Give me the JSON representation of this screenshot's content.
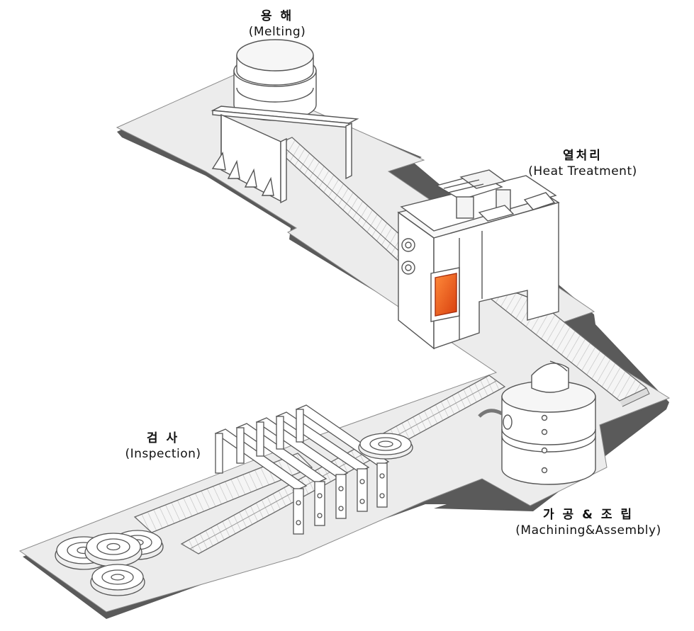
{
  "stations": [
    {
      "id": "melting",
      "korean": "용 해",
      "english": "(Melting)"
    },
    {
      "id": "heat-treatment",
      "korean": "열처리",
      "english": "(Heat Treatment)"
    },
    {
      "id": "inspection",
      "korean": "검 사",
      "english": "(Inspection)"
    },
    {
      "id": "machining-assembly",
      "korean": "가 공 & 조 립",
      "english": "(Machining&Assembly)"
    }
  ],
  "colors": {
    "floor": "#ececec",
    "floor_shadow": "#5a5a5a",
    "outline": "#555555",
    "conveyor": "#f4f4f4",
    "conveyor_line": "#b9b9b9",
    "furnace_glow": "#e8521a",
    "machine": "#ffffff"
  }
}
